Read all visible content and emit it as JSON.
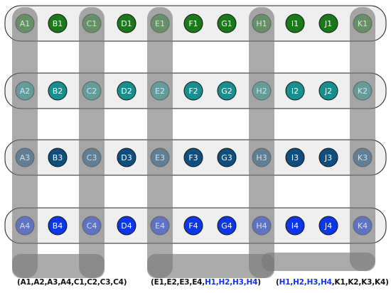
{
  "rows": [
    {
      "color": "#1a7a1a",
      "wells": [
        "A1",
        "B1",
        "C1",
        "D1",
        "E1",
        "F1",
        "G1",
        "H1",
        "I1",
        "J1",
        "K1"
      ]
    },
    {
      "color": "#178f8f",
      "wells": [
        "A2",
        "B2",
        "C2",
        "D2",
        "E2",
        "F2",
        "G2",
        "H2",
        "I2",
        "J2",
        "K2"
      ]
    },
    {
      "color": "#0e4f80",
      "wells": [
        "A3",
        "B3",
        "C3",
        "D3",
        "E3",
        "F3",
        "G3",
        "H3",
        "I3",
        "J3",
        "K3"
      ]
    },
    {
      "color": "#0b37e6",
      "wells": [
        "A4",
        "B4",
        "C4",
        "D4",
        "E4",
        "F4",
        "G4",
        "H4",
        "I4",
        "J4",
        "K4"
      ]
    }
  ],
  "groups": [
    {
      "columns": [
        0,
        2
      ],
      "label_segments": [
        {
          "text": "(A1,A2,A3,A4,C1,C2,C3,C4)",
          "color": "#111111"
        }
      ]
    },
    {
      "columns": [
        4,
        7
      ],
      "label_segments": [
        {
          "text": "(E1,E2,E3,E4,",
          "color": "#111111"
        },
        {
          "text": "H1,H2,H3,H4",
          "color": "#1133ee"
        },
        {
          "text": ")",
          "color": "#111111"
        }
      ]
    },
    {
      "columns": [
        7,
        10
      ],
      "label_segments": [
        {
          "text": "(",
          "color": "#111111"
        },
        {
          "text": "H1,H2,H3,H4",
          "color": "#1133ee"
        },
        {
          "text": ",K1,K2,K3,K4)",
          "color": "#111111"
        }
      ]
    }
  ]
}
